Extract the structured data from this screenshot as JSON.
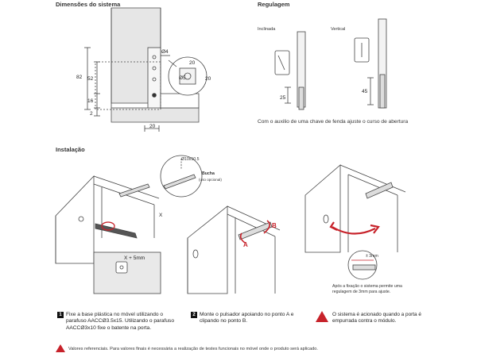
{
  "sections": {
    "dimensoes": "Dimensões do sistema",
    "regulagem": "Regulagem",
    "instalacao": "Instalação"
  },
  "dimensions": {
    "phi4": "Ø4",
    "d20_top": "20",
    "d20_side": "20",
    "phi5": "Ø5",
    "h82": "82",
    "h52": "52",
    "h16": "16",
    "h2": "2",
    "w20_bottom": "20"
  },
  "regulagem": {
    "inclinada": "Inclinada",
    "vertical": "Vertical",
    "d25": "25",
    "d45": "45",
    "caption": "Com  o auxilio de  uma  chave de fenda  ajuste  o curso de  abertura"
  },
  "install": {
    "bore_label": "Ø10x10.5",
    "bucha": "Bucha",
    "bucha_opt": "(uso opcional)",
    "x_label": "X",
    "x_plus": "X  + 5mm",
    "point_a": "A",
    "point_b": "B",
    "plus_minus": "± 3mm",
    "adjust_note": "Após a fixação o sistema permite uma regulagem de 3mm para ajuste."
  },
  "steps": [
    {
      "num": "1",
      "text_pre": "Fixe a base plástica no móvel utilizando o parafuso AACC",
      "text_bold1": "Ø",
      "text_mid": "3.5x15. Utilizando  o  parafuso  AACC",
      "text_bold2": "Ø",
      "text_post": "3x10 fixe o batente na porta."
    },
    {
      "num": "2",
      "text": "Monte o pulsador apoiando no ponto A e clipando no ponto B."
    }
  ],
  "warning_text": "O sistema é acionado quando a porta é empurrada contra o módulo.",
  "footer_note": "Valores referenciais. Para valores finais é necessária a realização de testes funcionais no móvel onde o produto será aplicado.",
  "colors": {
    "accent_red": "#c7222a",
    "line": "#444444",
    "panel": "#e6e6e6"
  }
}
